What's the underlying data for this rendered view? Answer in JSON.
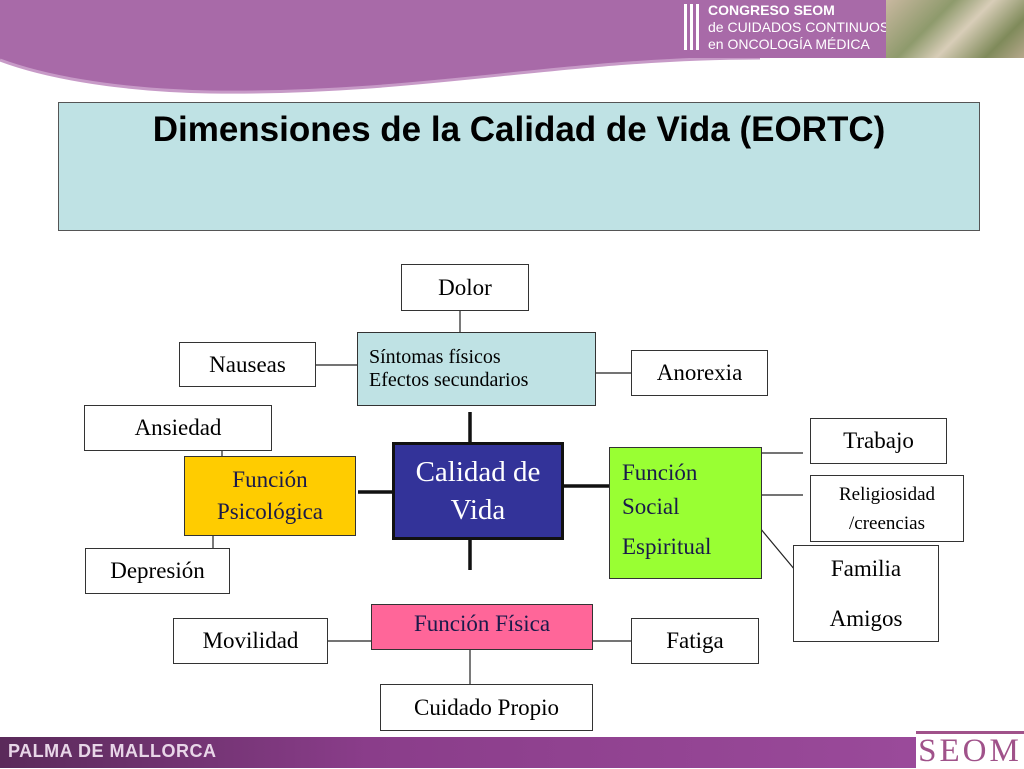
{
  "header": {
    "congress_line1": "CONGRESO SEOM",
    "congress_line2": "de CUIDADOS CONTINUOS",
    "congress_line3": "en ONCOLOGÍA MÉDICA",
    "band_color": "#a86aa8"
  },
  "title": "Dimensiones de la Calidad de Vida (EORTC)",
  "diagram": {
    "center": {
      "line1": "Calidad de",
      "line2": "Vida"
    },
    "sintomas": {
      "line1": "Síntomas físicos",
      "line2": "Efectos secundarios"
    },
    "dolor": "Dolor",
    "nauseas": "Nauseas",
    "anorexia": "Anorexia",
    "psicologica": {
      "line1": "Función",
      "line2": "Psicológica"
    },
    "ansiedad": "Ansiedad",
    "depresion": "Depresión",
    "social": {
      "line1": "Función",
      "line2": "Social",
      "line3": "Espiritual"
    },
    "trabajo": "Trabajo",
    "religiosidad": {
      "line1": "Religiosidad",
      "line2": "/creencias"
    },
    "familia": {
      "line1": "Familia",
      "line2": "Amigos"
    },
    "fisica": "Función Física",
    "movilidad": "Movilidad",
    "fatiga": "Fatiga",
    "cuidado": "Cuidado Propio",
    "colors": {
      "center": "#333399",
      "sintomas": "#bfe2e4",
      "psicologica": "#ffcc00",
      "social": "#99ff33",
      "fisica": "#ff6699"
    }
  },
  "footer": {
    "location": "PALMA DE MALLORCA",
    "logo": "SEOM"
  }
}
